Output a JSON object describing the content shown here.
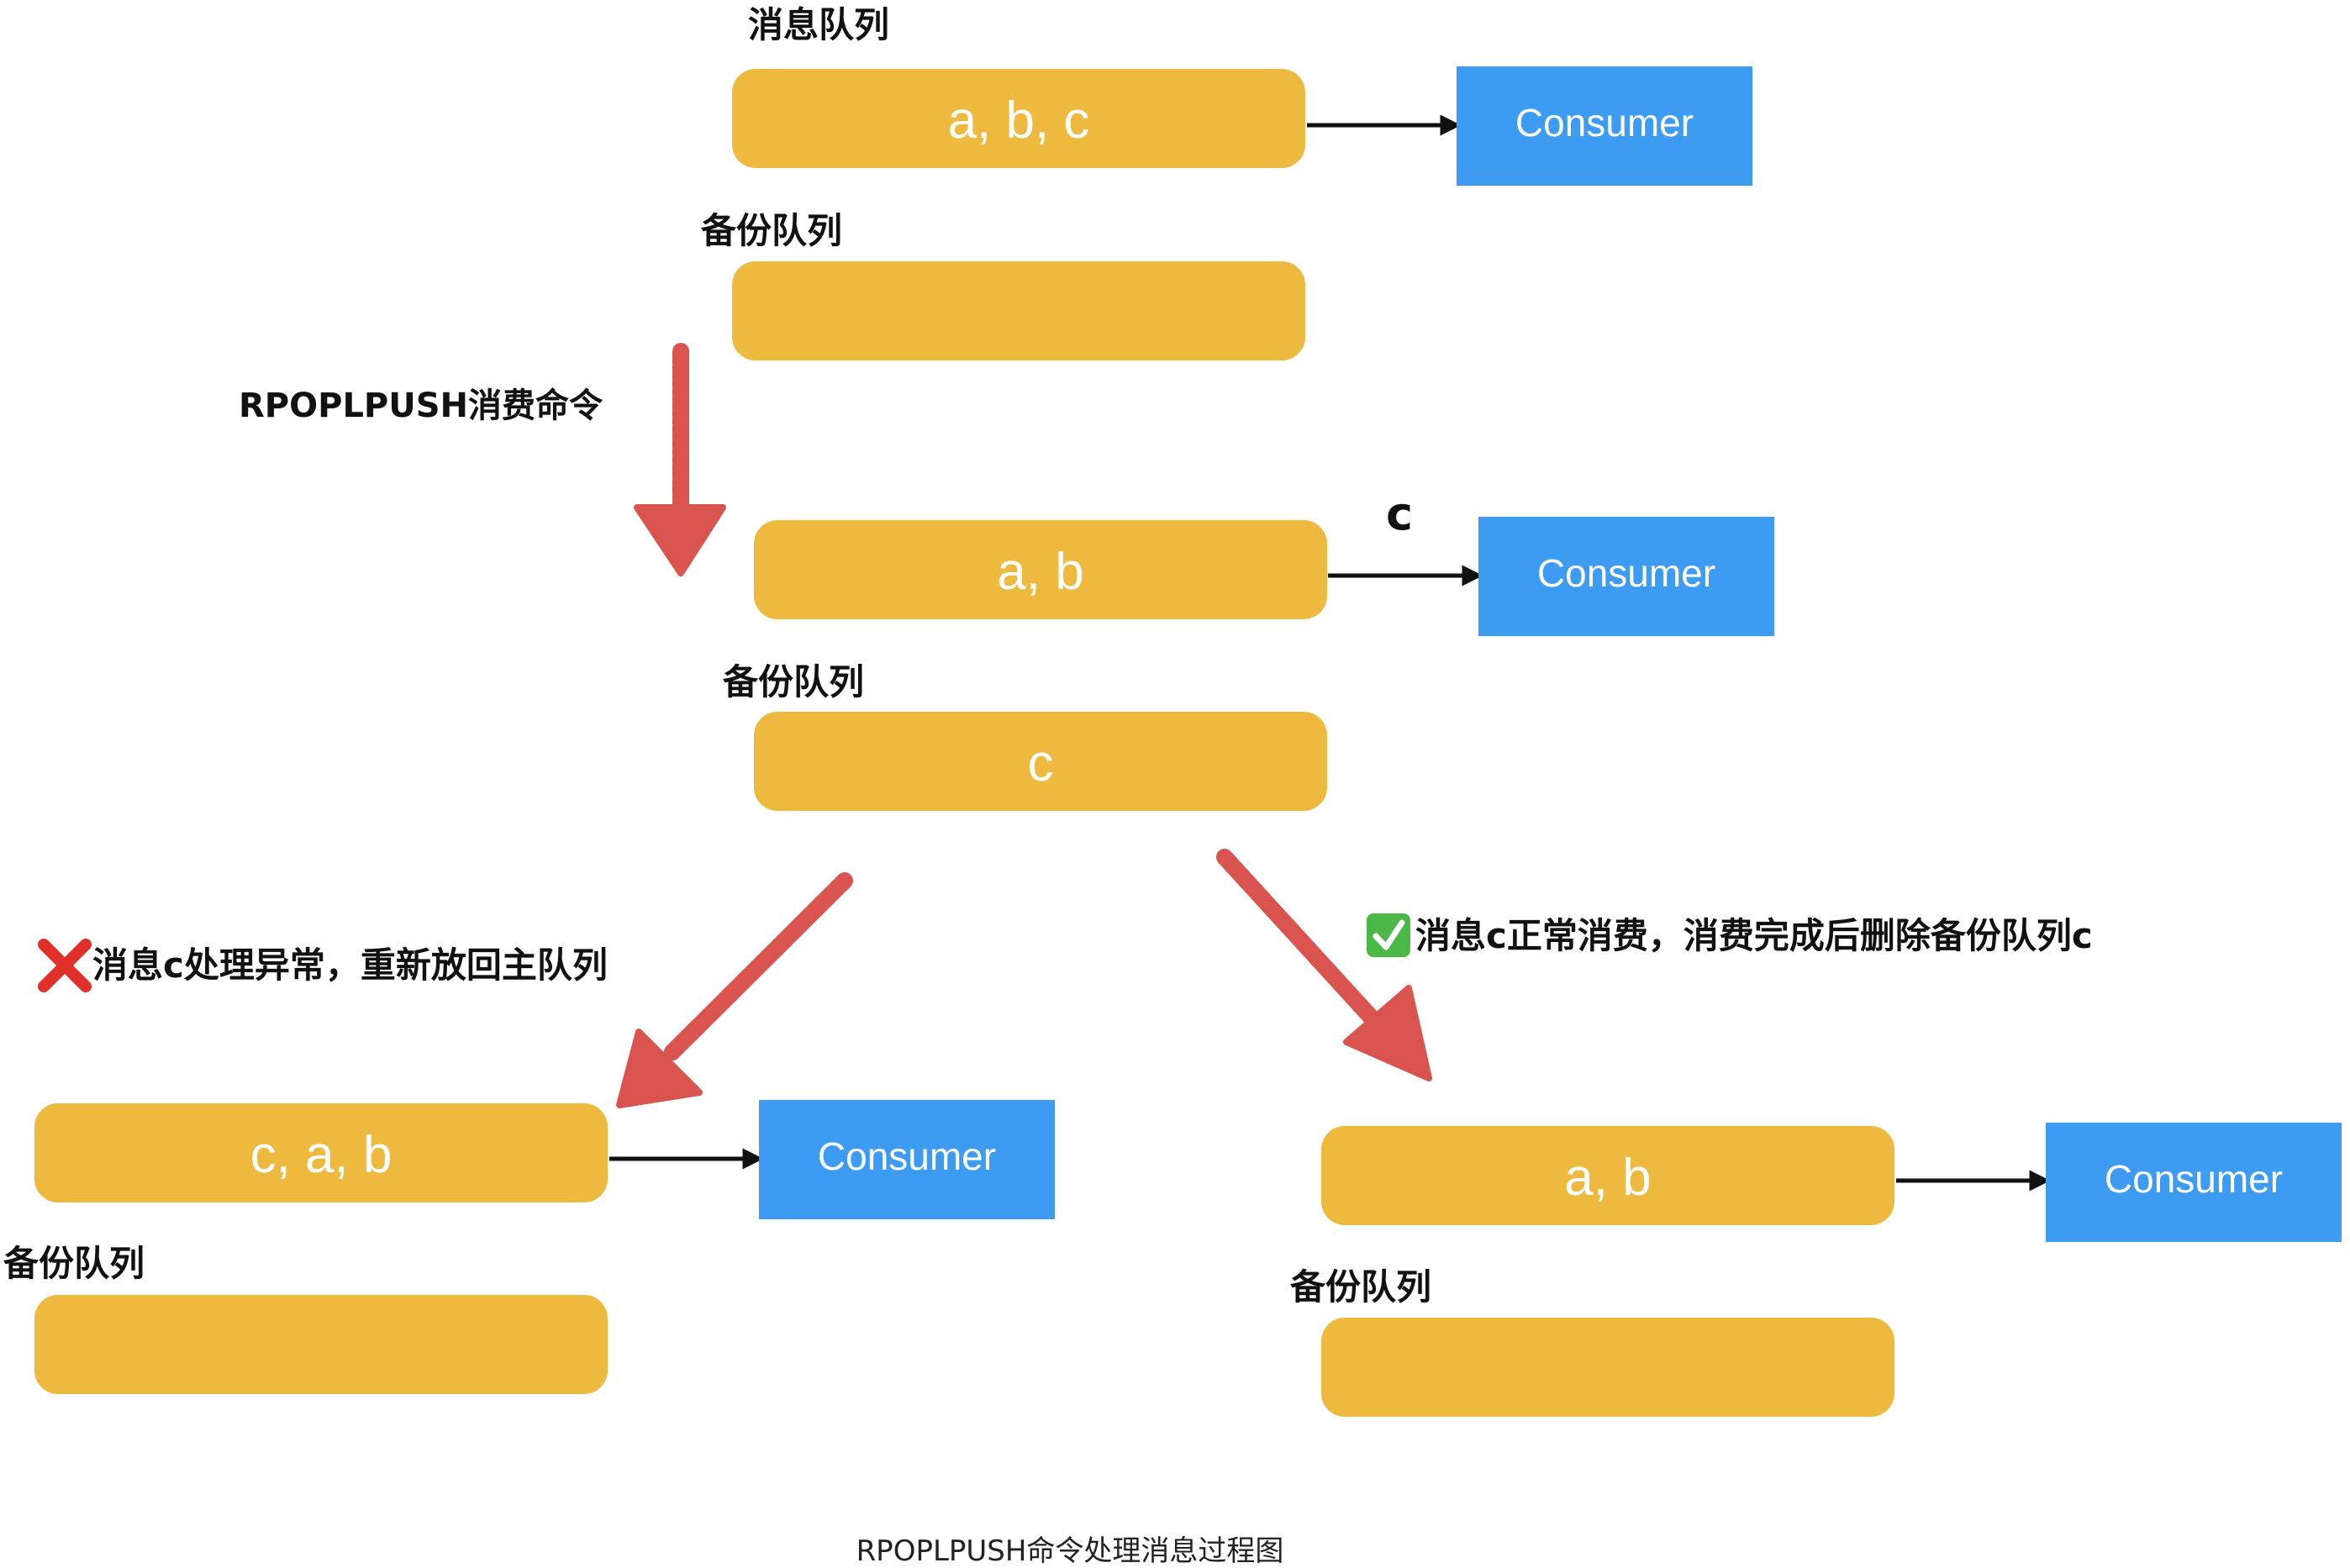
{
  "colors": {
    "queue": "#EDB93E",
    "consumer": "#3D9BF2",
    "arrow_black": "#111111",
    "arrow_red": "#D9544E",
    "cross_red": "#E0302A",
    "check_green": "#4CB848"
  },
  "top": {
    "main_title": "消息队列",
    "main_content": "a, b, c",
    "consumer": "Consumer",
    "backup_title": "备份队列",
    "backup_content": ""
  },
  "step_label": "RPOPLPUSH消费命令",
  "middle": {
    "main_content": "a, b",
    "popped_item": "c",
    "consumer": "Consumer",
    "backup_title": "备份队列",
    "backup_content": "c"
  },
  "left_branch": {
    "status_icon": "cross-icon",
    "label": "消息c处理异常，重新放回主队列",
    "main_content": "c, a, b",
    "consumer": "Consumer",
    "backup_title": "备份队列",
    "backup_content": ""
  },
  "right_branch": {
    "status_icon": "check-icon",
    "label": "消息c正常消费，消费完成后删除备份队列c",
    "main_content": "a, b",
    "consumer": "Consumer",
    "backup_title": "备份队列",
    "backup_content": ""
  },
  "caption": "RPOPLPUSH命令处理消息过程图"
}
